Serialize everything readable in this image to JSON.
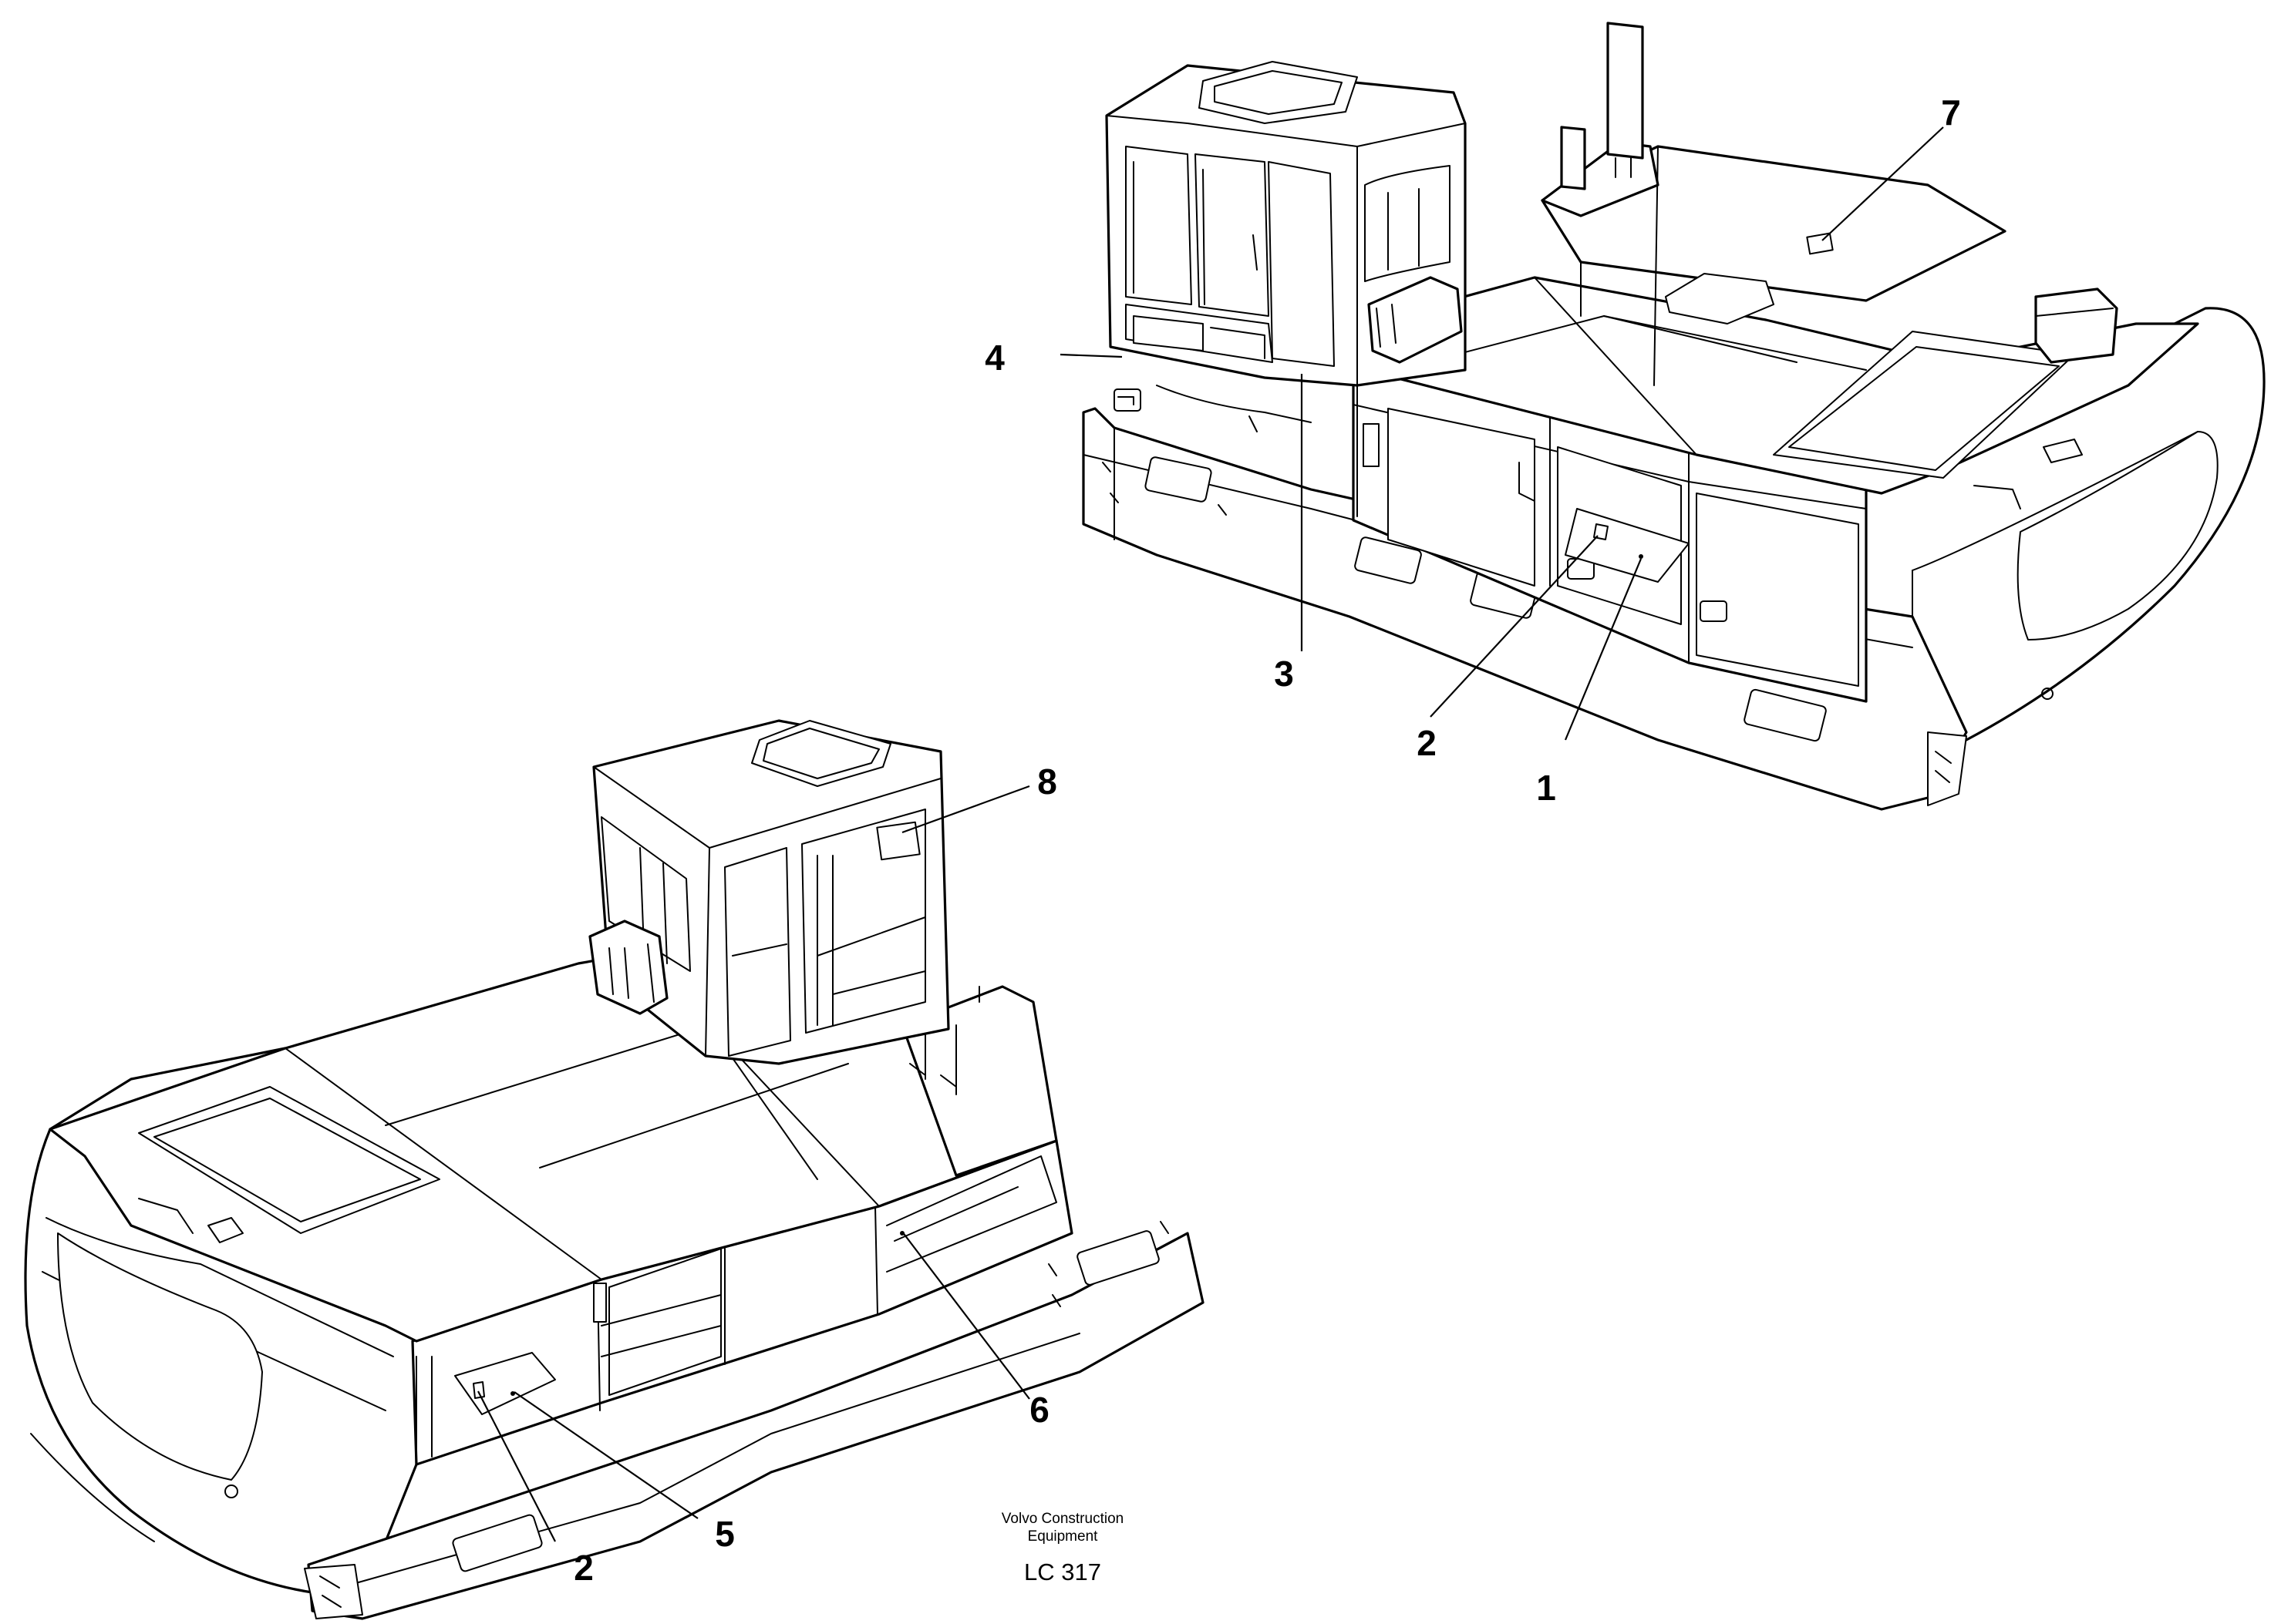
{
  "callouts": [
    {
      "id": "1",
      "label": "1"
    },
    {
      "id": "2a",
      "label": "2"
    },
    {
      "id": "3",
      "label": "3"
    },
    {
      "id": "4",
      "label": "4"
    },
    {
      "id": "7",
      "label": "7"
    },
    {
      "id": "8",
      "label": "8"
    },
    {
      "id": "6",
      "label": "6"
    },
    {
      "id": "5",
      "label": "5"
    },
    {
      "id": "2b",
      "label": "2"
    }
  ],
  "credit": {
    "line1": "Volvo Construction",
    "line2": "Equipment",
    "code": "LC 317"
  }
}
